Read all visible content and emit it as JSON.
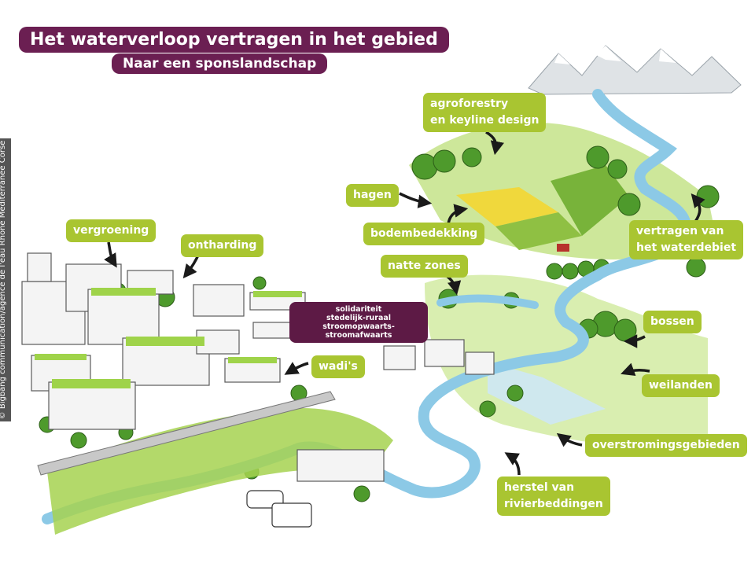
{
  "title": "Het waterverloop vertragen in het gebied",
  "subtitle": "Naar een sponslandschap",
  "credit": "© Bigbang communication/agence de l'eau Rhône Méditerranée Corse",
  "labels": {
    "agroforestry": "agroforestry",
    "keyline": "en keyline design",
    "hagen": "hagen",
    "bodembedekking": "bodembedekking",
    "vertragen1": "vertragen van",
    "vertragen2": "het waterdebiet",
    "natte_zones": "natte zones",
    "bossen": "bossen",
    "weilanden": "weilanden",
    "overstromingsgebieden": "overstromingsgebieden",
    "herstel1": "herstel van",
    "herstel2": "rivierbeddingen",
    "vergroening": "vergroening",
    "ontharding": "ontharding",
    "wadis": "wadi's"
  },
  "center_box": {
    "line1": "solidariteit",
    "line2": "stedelijk-ruraal",
    "line3": "stroomopwaarts-stroomafwaarts"
  },
  "colors": {
    "label_green": "#a9c531",
    "title_purple": "#6b1f52",
    "water": "#8cc9e6",
    "grass": "#9fd34a"
  }
}
